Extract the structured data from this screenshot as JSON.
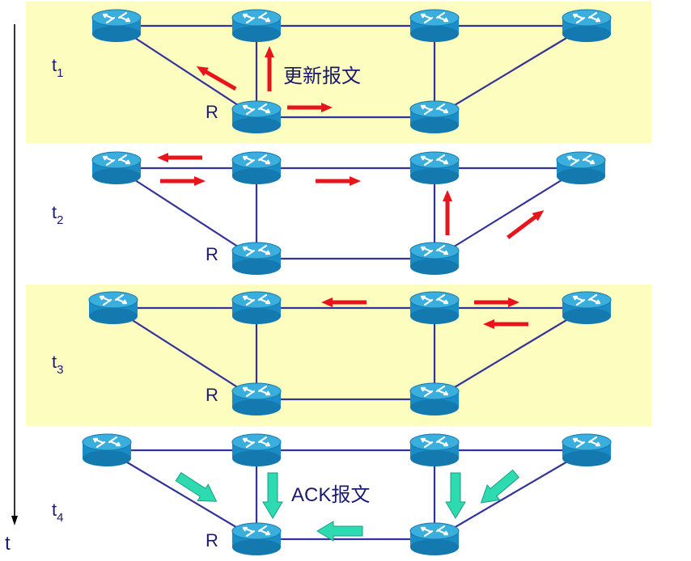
{
  "colors": {
    "panel_highlight": "#FDFDC0",
    "link": "#333399",
    "router_body": "#1B8DC6",
    "router_top": "#35A9D9",
    "update_arrow": "#E8141B",
    "ack_arrow": "#2EDBB0",
    "text": "#1a1a6e"
  },
  "icons": [
    "router-icon",
    "red-arrow-icon",
    "teal-arrow-icon",
    "time-axis-arrow"
  ],
  "time_axis_label": "t",
  "router_label": "R",
  "panels": [
    {
      "time": "t",
      "sub": "1",
      "highlight": true,
      "message_label": "更新报文"
    },
    {
      "time": "t",
      "sub": "2",
      "highlight": false,
      "message_label": ""
    },
    {
      "time": "t",
      "sub": "3",
      "highlight": true,
      "message_label": ""
    },
    {
      "time": "t",
      "sub": "4",
      "highlight": false,
      "message_label": "ACK报文"
    }
  ]
}
